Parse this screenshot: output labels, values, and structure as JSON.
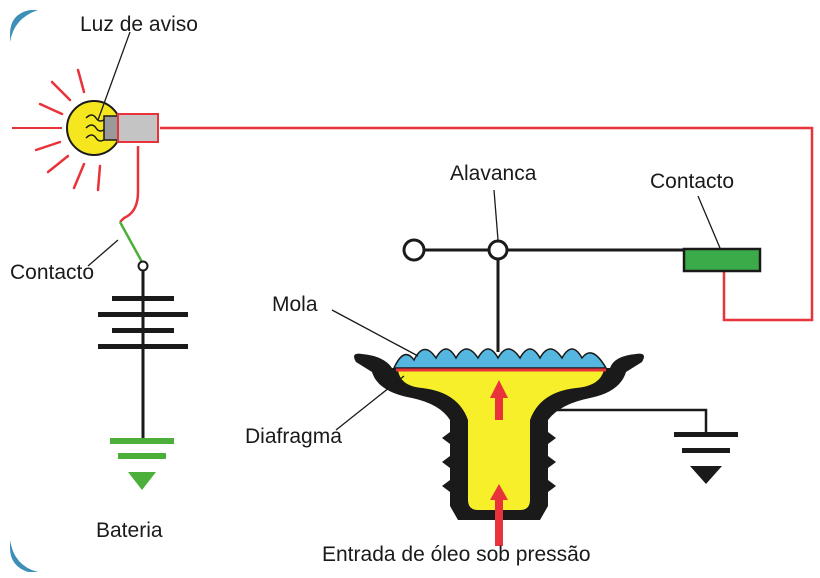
{
  "labels": {
    "warning_light": "Luz de aviso",
    "contact_left": "Contacto",
    "battery": "Bateria",
    "lever": "Alavanca",
    "contact_right": "Contacto",
    "spring": "Mola",
    "diaphragm": "Diafragma",
    "oil_inlet": "Entrada de óleo sob pressão"
  },
  "colors": {
    "wire_red": "#e8333a",
    "wire_black": "#1a1a1a",
    "lamp_yellow": "#f5e61e",
    "ground_green": "#4caf3a",
    "contact_green": "#3bab4a",
    "diaphragm_fill": "#f7ef2a",
    "spring_blue": "#55b6e0",
    "arrow_red": "#e8333a",
    "corner_blue": "#3e8fb8"
  }
}
